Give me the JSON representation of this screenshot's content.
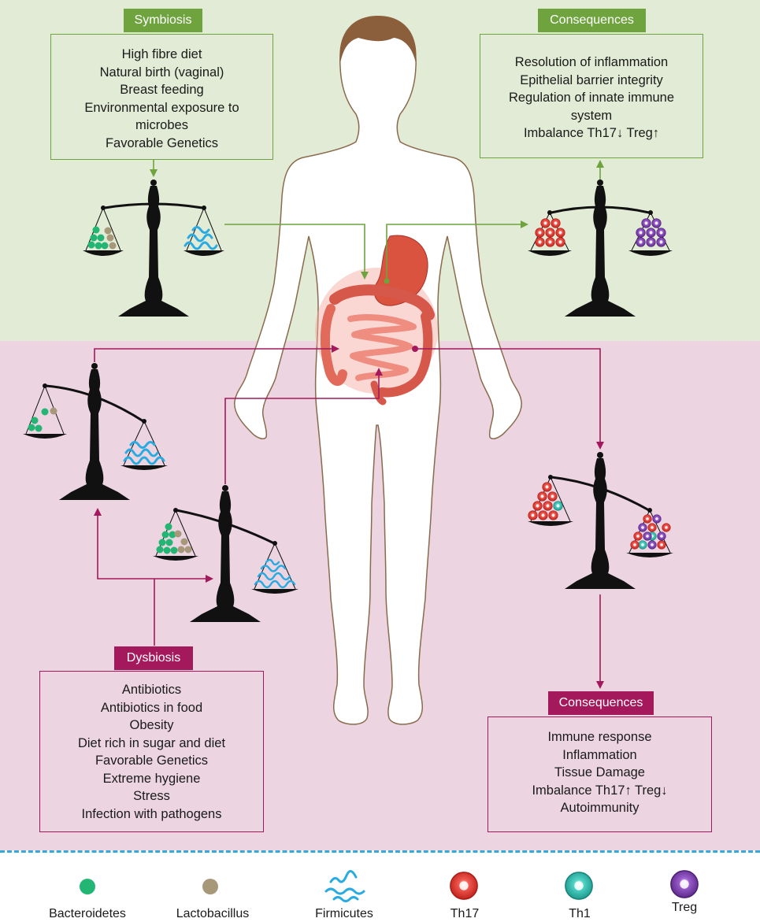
{
  "symbiosis": {
    "tag": "Symbiosis",
    "lines": [
      "High fibre diet",
      "Natural birth (vaginal)",
      "Breast feeding",
      "Environmental exposure to",
      "microbes",
      "Favorable Genetics"
    ]
  },
  "consequences_top": {
    "tag": "Consequences",
    "lines": [
      "Resolution of inflammation",
      "Epithelial barrier integrity",
      "Regulation of innate immune",
      "system",
      "Imbalance Th17↓ Treg↑"
    ]
  },
  "dysbiosis": {
    "tag": "Dysbiosis",
    "lines": [
      "Antibiotics",
      "Antibiotics in food",
      "Obesity",
      "Diet rich in sugar and diet",
      "Favorable Genetics",
      "Extreme hygiene",
      "Stress",
      "Infection with pathogens"
    ]
  },
  "consequences_bottom": {
    "tag": "Consequences",
    "lines": [
      "Immune response",
      "Inflammation",
      "Tissue Damage",
      "Imbalance Th17↑ Treg↓",
      "Autoimmunity"
    ]
  },
  "legend": [
    {
      "label": "Bacteroidetes",
      "icon": "green-dot-icon",
      "color": "#22b573"
    },
    {
      "label": "Lactobacillus",
      "icon": "tan-dot-icon",
      "color": "#a8987a"
    },
    {
      "label": "Firmicutes",
      "icon": "blue-squiggle-icon",
      "color": "#29abe2"
    },
    {
      "label": "Th17",
      "icon": "red-cell-icon",
      "color": "#e53935"
    },
    {
      "label": "Th1",
      "icon": "teal-cell-icon",
      "color": "#26b5a8"
    },
    {
      "label": "Treg",
      "icon": "purple-cell-icon",
      "color": "#7b3fa8"
    }
  ],
  "colors": {
    "symbiosis_green": "#6ea33e",
    "dysbiosis_purple": "#a3195b",
    "top_background": "#e2ebd5",
    "bottom_background": "#ecd5e1",
    "divider_blue": "#36a9d8"
  }
}
